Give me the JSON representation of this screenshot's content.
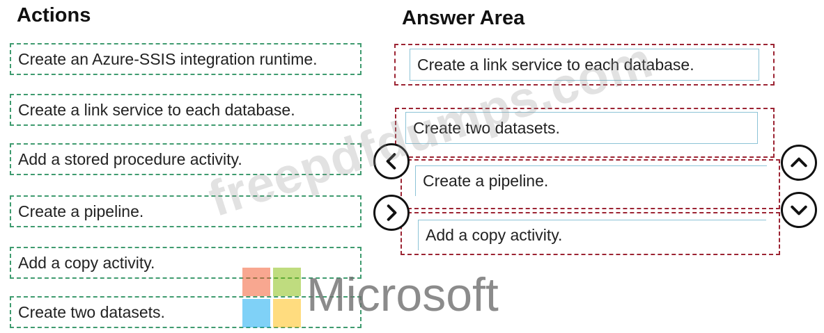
{
  "actions": {
    "heading": "Actions",
    "items": [
      "Create an Azure-SSIS integration runtime.",
      "Create a link service to each database.",
      "Add a stored procedure activity.",
      "Create a pipeline.",
      "Add a copy activity.",
      "Create two datasets."
    ]
  },
  "answer": {
    "heading": "Answer Area",
    "items": [
      "Create a link service to each database.",
      "Create two datasets.",
      "Create a pipeline.",
      "Add a copy activity."
    ]
  },
  "watermark": {
    "text": "freepdfdumps.com"
  },
  "logo": {
    "word": "Microsoft",
    "colors": [
      "#f25022",
      "#7fba00",
      "#00a4ef",
      "#ffb900"
    ]
  },
  "icons": {
    "move_left": "chevron-left-icon",
    "move_right": "chevron-right-icon",
    "move_up": "chevron-up-icon",
    "move_down": "chevron-down-icon"
  }
}
